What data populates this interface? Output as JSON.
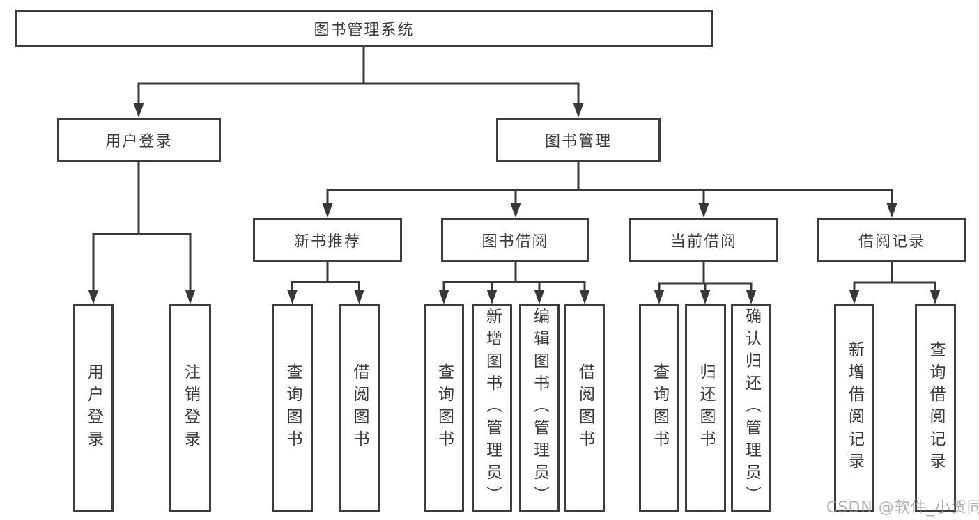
{
  "nodes": {
    "root": "图书管理系统",
    "level1": [
      "用户登录",
      "图书管理"
    ],
    "level2": [
      "新书推荐",
      "图书借阅",
      "当前借阅",
      "借阅记录"
    ],
    "leaves": [
      "用户登录",
      "注销登录",
      "查询图书",
      "借阅图书",
      "查询图书",
      "新增图书（管理员）",
      "编辑图书（管理员）",
      "借阅图书",
      "查询图书",
      "归还图书",
      "确认归还（管理员）",
      "新增借阅记录",
      "查询借阅记录"
    ]
  },
  "watermark": "CSDN @软件_小贺同学",
  "colors": {
    "line": "#383838",
    "box_border": "#3d3d3d",
    "text": "#3a3a3a",
    "background": "#ffffff",
    "watermark": "#96989e"
  }
}
